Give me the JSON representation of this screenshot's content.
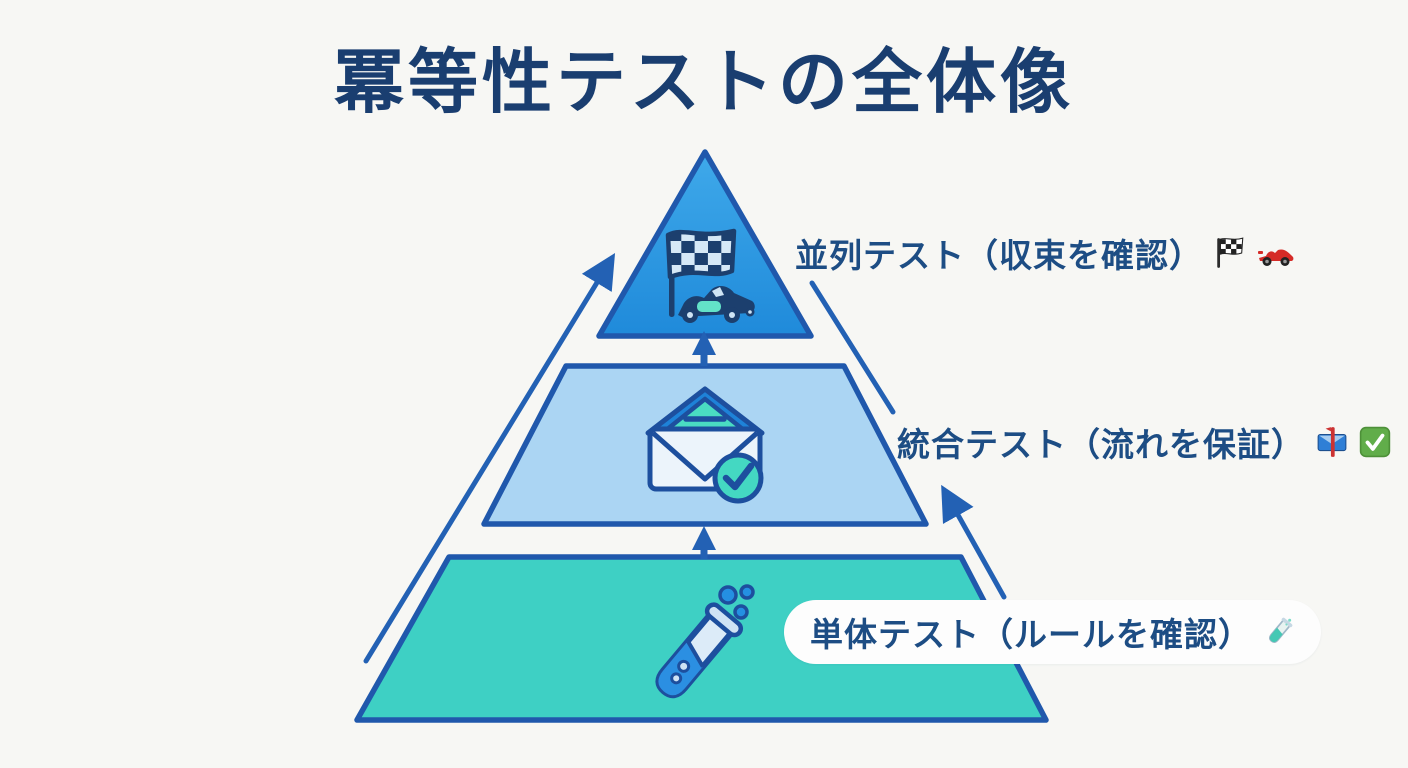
{
  "title": "冪等性テストの全体像",
  "pyramid": {
    "levels": [
      {
        "id": "parallel-test",
        "label": "並列テスト（収束を確認）",
        "fill": "#2397e2",
        "icon": "checkered-flag-and-race-car",
        "emoji": [
          "checkered-flag",
          "racing-car"
        ]
      },
      {
        "id": "integration-test",
        "label": "統合テスト（流れを保証）",
        "fill": "#abd5f3",
        "icon": "open-envelope-with-check",
        "emoji": [
          "mailbox-with-mail",
          "check-mark-button"
        ]
      },
      {
        "id": "unit-test",
        "label": "単体テスト（ルールを確認）",
        "fill": "#3ed0c4",
        "icon": "test-tube",
        "emoji": [
          "test-tube"
        ]
      }
    ]
  },
  "colors": {
    "background": "#f7f7f4",
    "title_text": "#1a3e70",
    "label_text": "#1d4d84",
    "outline": "#2058ac",
    "arrow": "#2361b4",
    "top_fill": "#2397e2",
    "middle_fill": "#abd5f3",
    "bottom_fill": "#3ed0c4",
    "icon_navy": "#1d4f9e",
    "icon_teal": "#4adcc2",
    "icon_light_blue": "#cfe4f4"
  }
}
